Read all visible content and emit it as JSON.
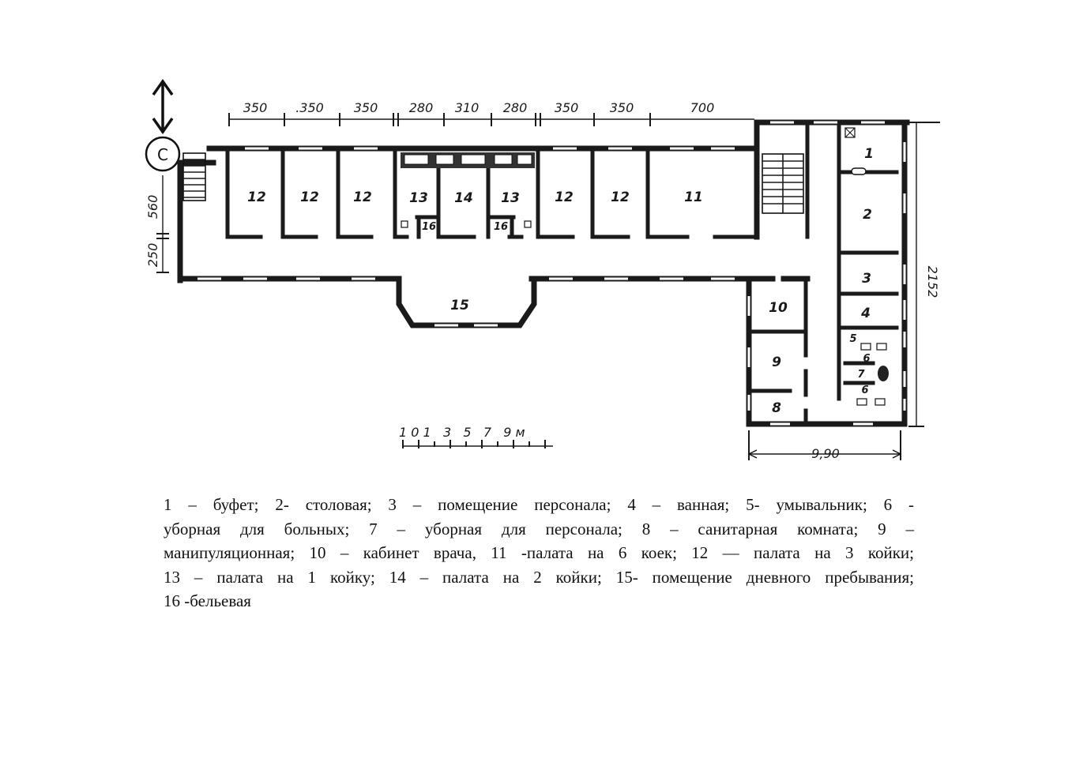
{
  "north_marker": {
    "label": "С"
  },
  "dimensions_top": [
    "350",
    ".350",
    "350",
    "280",
    "310",
    "280",
    "350",
    "350",
    "700"
  ],
  "dimensions_left": [
    "560",
    "250"
  ],
  "dimension_right": "2152",
  "dimension_bottom": "9,90",
  "scale_bar": {
    "label": "1 0 1   3   5   7   9 м"
  },
  "rooms": {
    "r12a": "12",
    "r12b": "12",
    "r12c": "12",
    "r13a": "13",
    "r14": "14",
    "r13b": "13",
    "r12d": "12",
    "r12e": "12",
    "r11": "11",
    "r16a": "16",
    "r16b": "16",
    "r15": "15",
    "r1": "1",
    "r2": "2",
    "r3": "3",
    "r4": "4",
    "r5": "5",
    "r6a": "6",
    "r7": "7",
    "r6b": "6",
    "r10": "10",
    "r9": "9",
    "r8": "8"
  },
  "legend_lines": [
    "1 – буфет; 2- столовая; 3 – помещение персонала; 4 – ванная; 5- умывальник; 6 -",
    "уборная для больных; 7 – уборная для персонала; 8 – санитарная комната; 9 –",
    "манипуляционная; 10 – кабинет врача, 11 -палата на 6 коек; 12 — палата на 3 койки;",
    "13 – палата на 1 койку; 14 – палата на 2 койки; 15-  помещение дневного пребывания;",
    "16 -бельевая"
  ]
}
